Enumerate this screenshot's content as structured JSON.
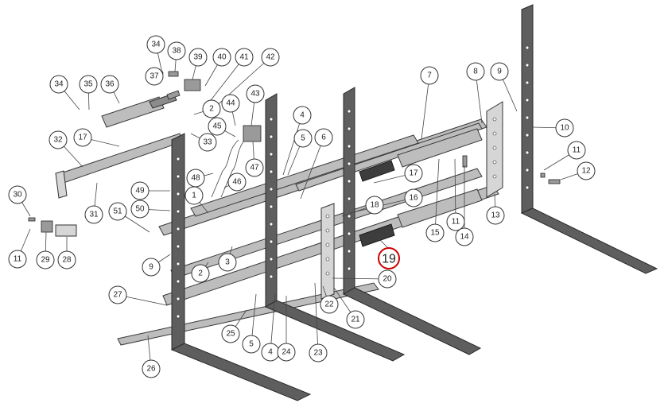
{
  "diagram": {
    "highlight": {
      "number": "19",
      "color": "#cc0000"
    },
    "callouts": [
      "1",
      "2",
      "2",
      "3",
      "4",
      "4",
      "5",
      "5",
      "6",
      "7",
      "8",
      "9",
      "9",
      "10",
      "11",
      "11",
      "11",
      "12",
      "13",
      "14",
      "15",
      "16",
      "17",
      "17",
      "18",
      "20",
      "21",
      "22",
      "23",
      "24",
      "25",
      "26",
      "27",
      "28",
      "29",
      "30",
      "31",
      "32",
      "33",
      "34",
      "34",
      "35",
      "36",
      "37",
      "38",
      "39",
      "40",
      "41",
      "42",
      "43",
      "44",
      "45",
      "46",
      "47",
      "48",
      "49",
      "50",
      "51"
    ]
  }
}
